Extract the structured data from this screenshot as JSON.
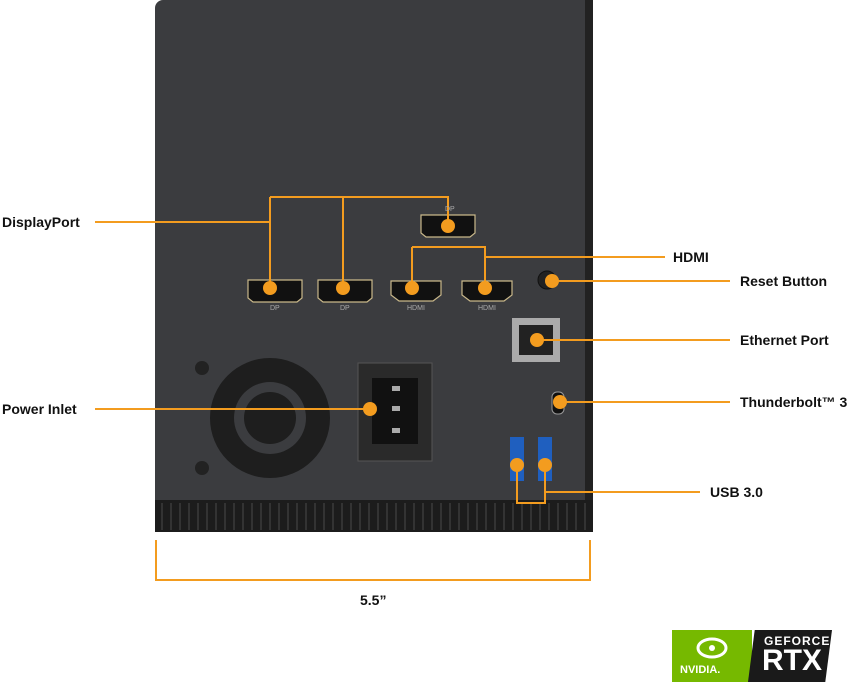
{
  "callouts": {
    "displayport": "DisplayPort",
    "hdmi": "HDMI",
    "reset": "Reset Button",
    "ethernet": "Ethernet Port",
    "thunderbolt": "Thunderbolt™ 3",
    "usb": "USB 3.0",
    "power": "Power Inlet"
  },
  "port_labels": {
    "dp1": "DP",
    "dp2": "DP",
    "dp3": "DP",
    "hdmi1": "HDMI",
    "hdmi2": "HDMI"
  },
  "dimension": "5.5”",
  "logo": {
    "brand": "NVIDIA.",
    "line1": "GEFORCE",
    "line2": "RTX"
  },
  "colors": {
    "accent": "#f39c1f",
    "body": "#3a3b3e",
    "logo_green": "#76b900"
  }
}
